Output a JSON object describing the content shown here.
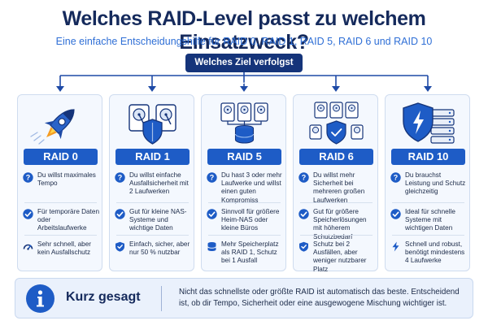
{
  "title": "Welches RAID-Level passt zu welchem Einsatzweck?",
  "subtitle": "Eine einfache Entscheidungshilfe für RAID 0, RAID 1, RAID 5, RAID 6 und RAID 10",
  "goal_question": "Welches Ziel verfolgst du?",
  "colors": {
    "navy": "#15347a",
    "accent": "#1e5cc6",
    "card_bg": "#f4f8fe",
    "ok": "#2f6fd6"
  },
  "cards": [
    {
      "label": "RAID 0",
      "icon": "rocket-icon",
      "items": [
        {
          "icon": "question-icon",
          "text": "Du willst maximales Tempo"
        },
        {
          "icon": "check-icon",
          "text": "Für temporäre Daten oder Arbeitslaufwerke"
        },
        {
          "icon": "speedometer-icon",
          "text": "Sehr schnell, aber kein Ausfallschutz"
        }
      ]
    },
    {
      "label": "RAID 1",
      "icon": "mirrored-disks-shield-icon",
      "items": [
        {
          "icon": "question-icon",
          "text": "Du willst einfache Ausfallsicherheit mit 2 Laufwerken"
        },
        {
          "icon": "check-icon",
          "text": "Gut für kleine NAS-Systeme und wichtige Daten"
        },
        {
          "icon": "shield-icon",
          "text": "Einfach, sicher, aber nur 50 % nutzbar"
        }
      ]
    },
    {
      "label": "RAID 5",
      "icon": "three-disks-database-icon",
      "items": [
        {
          "icon": "question-icon",
          "text": "Du hast 3 oder mehr Laufwerke und willst einen guten Kompromiss"
        },
        {
          "icon": "check-icon",
          "text": "Sinnvoll für größere Heim-NAS oder kleine Büros"
        },
        {
          "icon": "database-icon",
          "text": "Mehr Speicherplatz als RAID 1, Schutz bei 1 Ausfall"
        }
      ]
    },
    {
      "label": "RAID 6",
      "icon": "four-disks-shield-icon",
      "items": [
        {
          "icon": "question-icon",
          "text": "Du willst mehr Sicherheit bei mehreren großen Laufwerken"
        },
        {
          "icon": "check-icon",
          "text": "Gut für größere Speicherlösungen mit höherem Schutzbedarf"
        },
        {
          "icon": "shield-icon",
          "text": "Schutz bei 2 Ausfällen, aber weniger nutzbarer Platz"
        }
      ]
    },
    {
      "label": "RAID 10",
      "icon": "shield-lightning-servers-icon",
      "items": [
        {
          "icon": "question-icon",
          "text": "Du brauchst Leistung und Schutz gleichzeitig"
        },
        {
          "icon": "check-icon",
          "text": "Ideal für schnelle Systeme mit wichtigen Daten"
        },
        {
          "icon": "lightning-icon",
          "text": "Schnell und robust, benötigt mindestens 4 Laufwerke"
        }
      ]
    }
  ],
  "summary": {
    "icon": "info-icon",
    "heading": "Kurz gesagt",
    "text": "Nicht das schnellste oder größte RAID ist automatisch das beste. Entscheidend ist, ob dir Tempo, Sicherheit oder eine ausgewogene Mischung wichtiger ist."
  }
}
